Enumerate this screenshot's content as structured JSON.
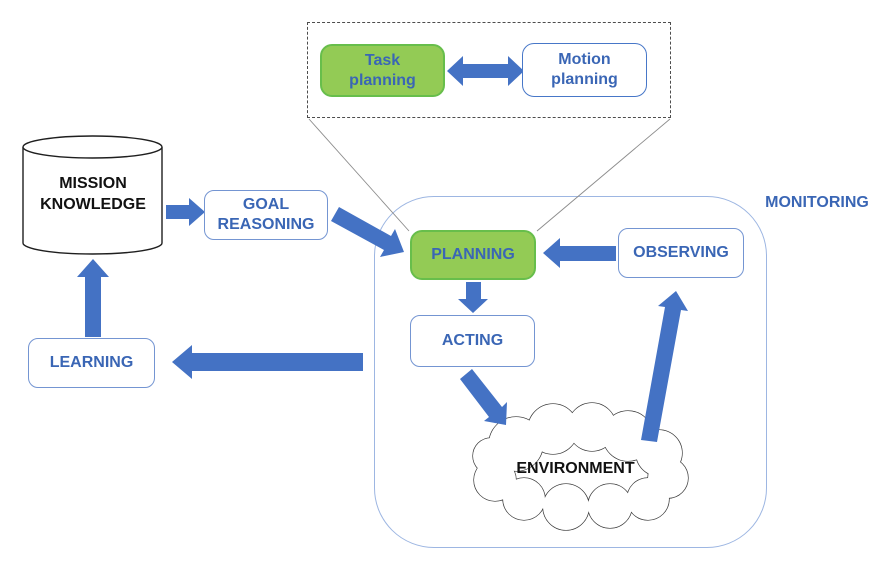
{
  "colors": {
    "arrow_blue": "#4472C4",
    "label_blue": "#3A66B5",
    "green_fill": "#93CB55",
    "green_border": "#67BE4B",
    "box_border": "#7495D2",
    "big_box_border": "#9DB6E2",
    "dashed_border": "#4D4D4D",
    "callout_line": "#8C8C8C",
    "shape_outline": "#1F1F1F",
    "background": "#FFFFFF"
  },
  "nodes": {
    "task_planning": {
      "label": "Task planning",
      "style": "green-rounded-box"
    },
    "motion_planning": {
      "label": "Motion planning",
      "style": "white-rounded-box"
    },
    "mission_knowledge": {
      "label": "MISSION KNOWLEDGE",
      "style": "cylinder"
    },
    "goal_reasoning": {
      "label": "GOAL REASONING",
      "style": "white-rounded-box"
    },
    "planning": {
      "label": "PLANNING",
      "style": "green-rounded-box"
    },
    "observing": {
      "label": "OBSERVING",
      "style": "white-rounded-box"
    },
    "acting": {
      "label": "ACTING",
      "style": "white-rounded-box"
    },
    "environment": {
      "label": "ENVIRONMENT",
      "style": "cloud"
    },
    "learning": {
      "label": "LEARNING",
      "style": "white-rounded-box"
    },
    "monitoring": {
      "label": "MONITORING",
      "style": "container-caption"
    }
  },
  "edges": [
    {
      "from": "task_planning",
      "to": "motion_planning",
      "bidirectional": true
    },
    {
      "from": "mission_knowledge",
      "to": "goal_reasoning",
      "bidirectional": false
    },
    {
      "from": "goal_reasoning",
      "to": "planning",
      "bidirectional": false
    },
    {
      "from": "observing",
      "to": "planning",
      "bidirectional": false
    },
    {
      "from": "planning",
      "to": "acting",
      "bidirectional": false
    },
    {
      "from": "acting",
      "to": "environment",
      "bidirectional": false
    },
    {
      "from": "environment",
      "to": "observing",
      "bidirectional": false
    },
    {
      "from": "monitoring",
      "to": "learning",
      "bidirectional": false
    },
    {
      "from": "learning",
      "to": "mission_knowledge",
      "bidirectional": false
    }
  ],
  "callout": {
    "detail_of": "planning",
    "contains": [
      "task_planning",
      "motion_planning"
    ]
  }
}
